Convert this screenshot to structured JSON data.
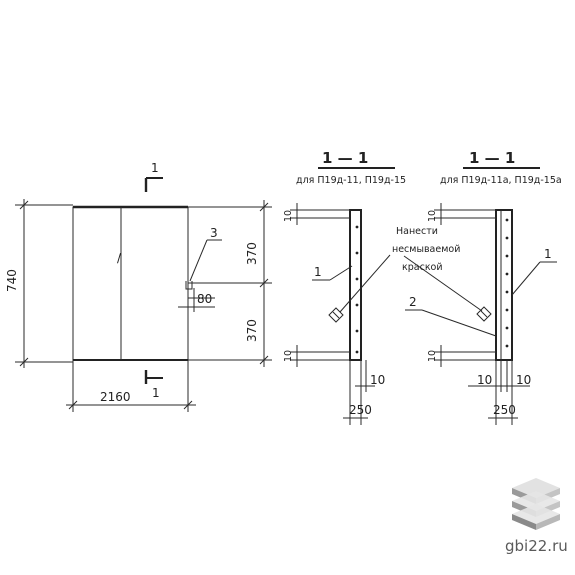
{
  "plan": {
    "height_dim": "740",
    "width_dim": "2160",
    "half_dim_top": "370",
    "half_dim_bottom": "370",
    "gap_dim": "80",
    "callout_3": "3",
    "cut_label_top": "1",
    "cut_label_bottom": "1",
    "center_mark": "/"
  },
  "section_left": {
    "title": "1 — 1",
    "subtitle": "для П19д-11, П19д-15",
    "dim_top": "10",
    "dim_bottom": "10",
    "dim_side": "10",
    "thickness": "250",
    "callout_1": "1"
  },
  "section_right": {
    "title": "1 — 1",
    "subtitle": "для П19д-11а, П19д-15а",
    "dim_top": "10",
    "dim_bottom": "10",
    "dim_left": "10",
    "dim_right": "10",
    "thickness": "250",
    "callout_1": "1",
    "callout_2": "2"
  },
  "note": {
    "line1": "Нанести",
    "line2": "несмываемой",
    "line3": "краской"
  },
  "brand": {
    "site": "gbi22.ru",
    "logo_icon": "stacked-slabs-icon"
  }
}
